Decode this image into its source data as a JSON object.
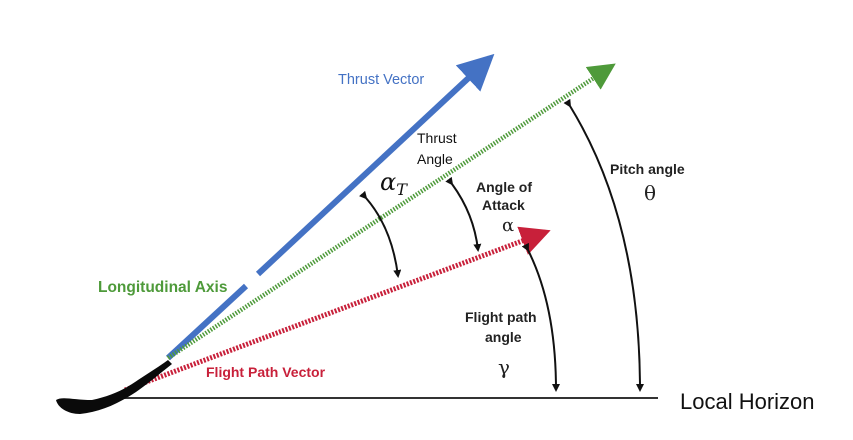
{
  "labels": {
    "thrust_vector": "Thrust Vector",
    "thrust_angle_line1": "Thrust",
    "thrust_angle_line2": "Angle",
    "thrust_angle_symbol": "α",
    "thrust_angle_subscript": "T",
    "angle_of_attack_line1": "Angle of",
    "angle_of_attack_line2": "Attack",
    "angle_of_attack_symbol": "α",
    "pitch_angle": "Pitch angle",
    "pitch_symbol": "θ",
    "flight_path_angle_line1": "Flight path",
    "flight_path_angle_line2": "angle",
    "flight_path_symbol": "γ",
    "longitudinal_axis": "Longitudinal Axis",
    "flight_path_vector": "Flight Path Vector",
    "local_horizon": "Local Horizon"
  },
  "colors": {
    "thrust": "#4472c4",
    "longitudinal": "#4e9a3a",
    "flight_path": "#c8203a",
    "arc": "#111111",
    "horizon": "#333333",
    "aircraft": "#0a0a0a"
  }
}
